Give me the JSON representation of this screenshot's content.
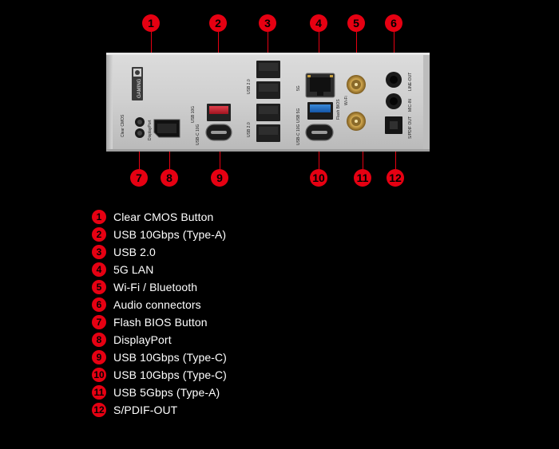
{
  "accent_color": "#e60012",
  "callouts": [
    "1",
    "2",
    "3",
    "4",
    "5",
    "6",
    "7",
    "8",
    "9",
    "10",
    "11",
    "12"
  ],
  "panel": {
    "gaming_label": "GAMING",
    "usb10g_label": "USB 10G",
    "usb20_label_top": "USB 2.0",
    "usb20_label_bottom": "USB 2.0",
    "usbc10g_label_left": "USB-C 10G",
    "usbc10g_label_right": "USB-C 10G",
    "usb5g_label": "USB 5G",
    "lan_label": "5G",
    "wifi_label": "Wi-Fi",
    "flashbios_label": "Flash BIOS",
    "displayport_label": "DisplayPort",
    "clearcmos_label": "Clear CMOS",
    "line_out_label": "LINE-OUT",
    "mic_in_label": "MIC-IN",
    "spdif_label": "S/PDIF OUT"
  },
  "legend": [
    {
      "num": "1",
      "label": "Clear CMOS Button"
    },
    {
      "num": "2",
      "label": "USB 10Gbps (Type-A)"
    },
    {
      "num": "3",
      "label": "USB 2.0"
    },
    {
      "num": "4",
      "label": "5G LAN"
    },
    {
      "num": "5",
      "label": "Wi-Fi / Bluetooth"
    },
    {
      "num": "6",
      "label": "Audio connectors"
    },
    {
      "num": "7",
      "label": "Flash BIOS Button"
    },
    {
      "num": "8",
      "label": "DisplayPort"
    },
    {
      "num": "9",
      "label": "USB 10Gbps (Type-C)"
    },
    {
      "num": "10",
      "label": "USB 10Gbps (Type-C)"
    },
    {
      "num": "11",
      "label": "USB 5Gbps (Type-A)"
    },
    {
      "num": "12",
      "label": "S/PDIF-OUT"
    }
  ]
}
